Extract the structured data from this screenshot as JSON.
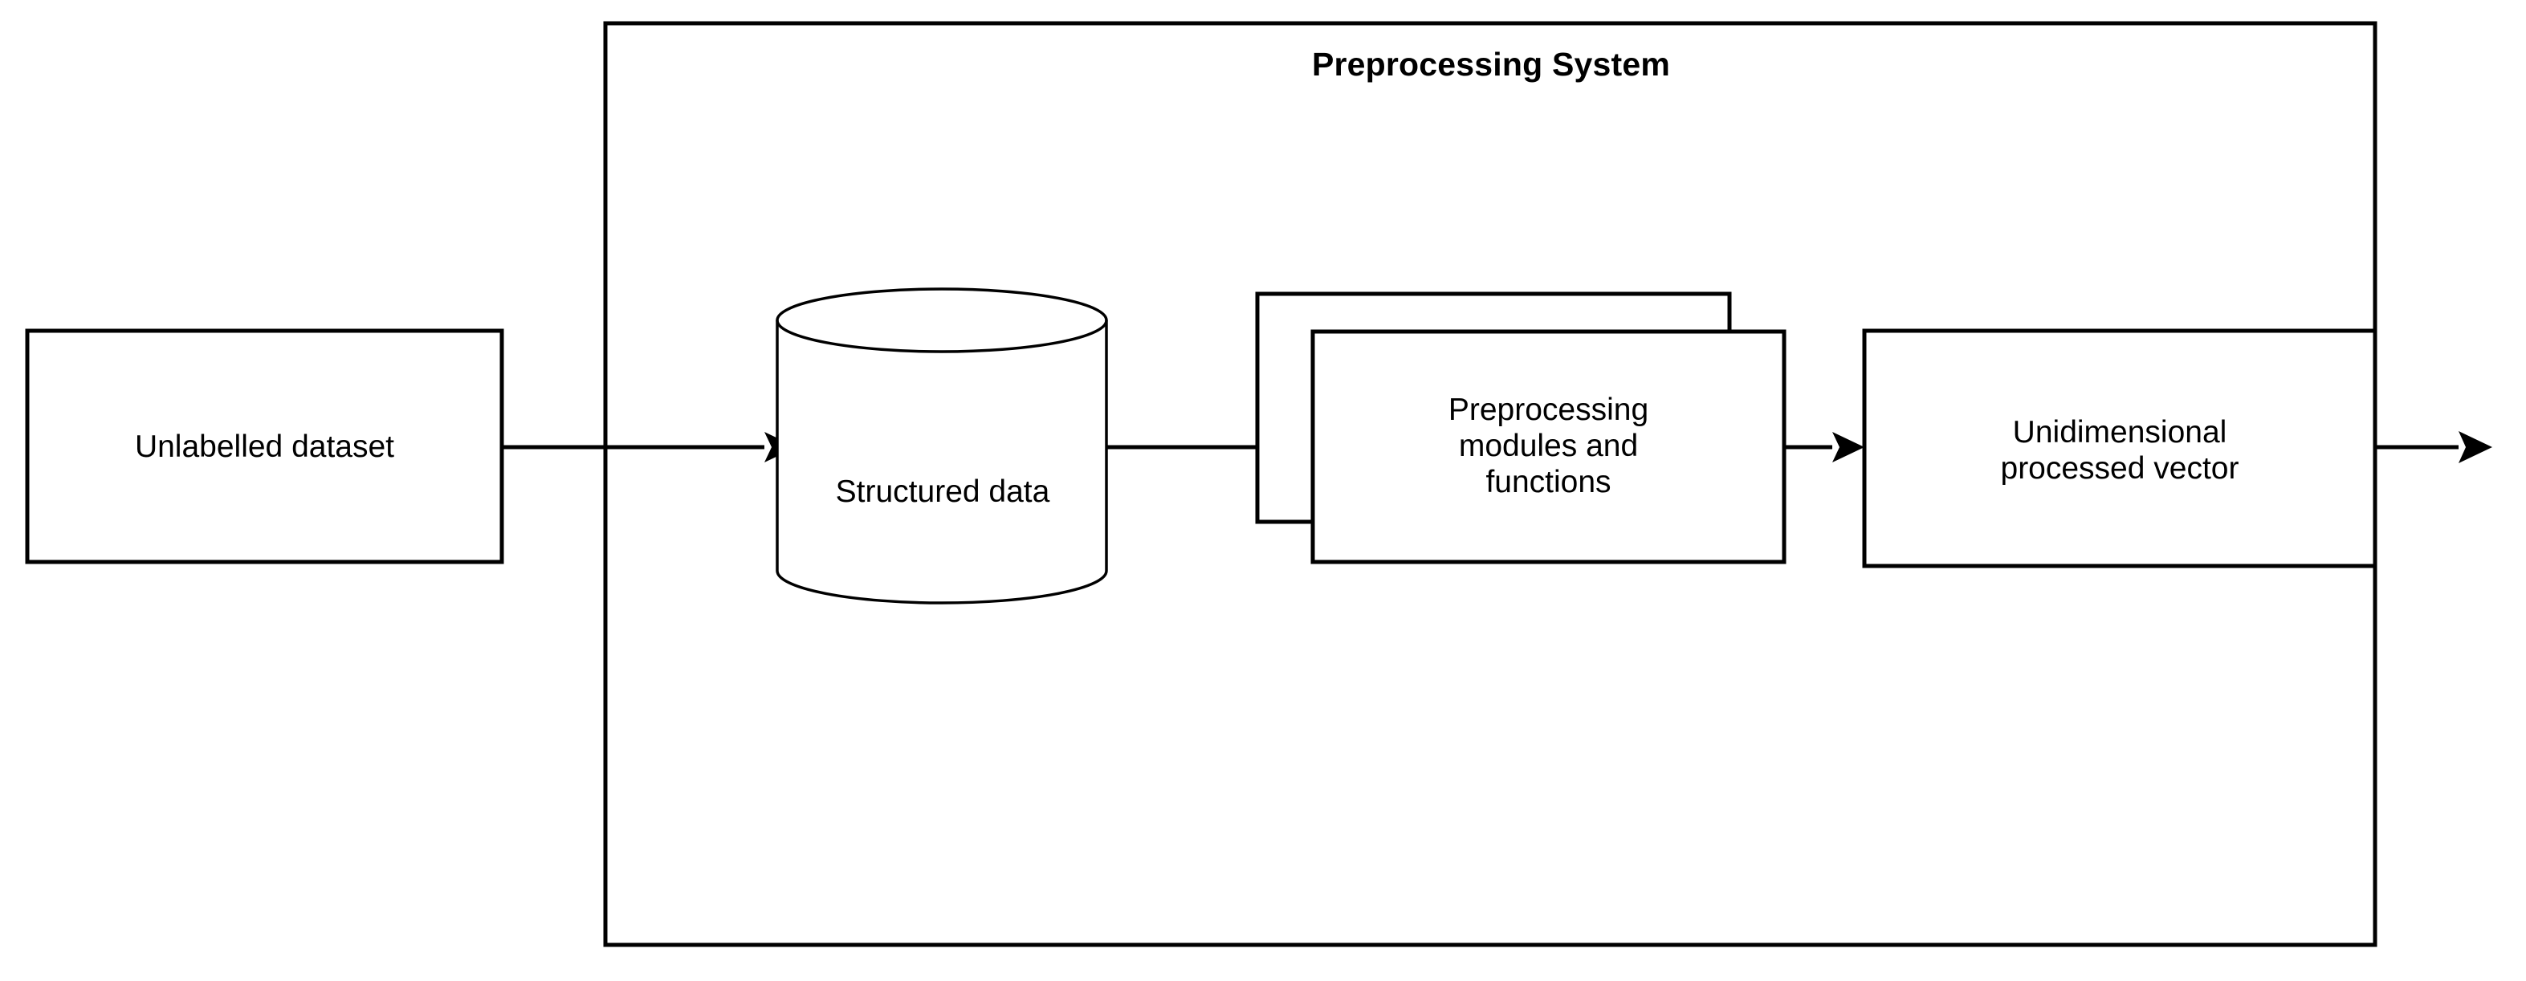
{
  "diagram": {
    "title": "Preprocessing System",
    "background_color": "#ffffff",
    "stroke_color": "#000000",
    "nodes": {
      "unlabelled_dataset": {
        "label": "Unlabelled dataset",
        "shape": "rectangle"
      },
      "structured_data": {
        "label": "Structured data",
        "shape": "cylinder"
      },
      "preprocessing_modules": {
        "label": "Preprocessing\nmodules and\nfunctions",
        "shape": "stacked-rectangle"
      },
      "unidimensional_vector": {
        "label": "Unidimensional\nprocessed vector",
        "shape": "rectangle"
      }
    },
    "connectors": [
      {
        "name": "arrow-unlabelled-to-structured",
        "from": "unlabelled_dataset",
        "to": "structured_data",
        "style": "solid-arrow"
      },
      {
        "name": "arrow-structured-to-modules",
        "from": "structured_data",
        "to": "preprocessing_modules",
        "style": "solid-arrow"
      },
      {
        "name": "arrow-modules-to-vector",
        "from": "preprocessing_modules",
        "to": "unidimensional_vector",
        "style": "solid-arrow"
      },
      {
        "name": "arrow-vector-to-output",
        "from": "unidimensional_vector",
        "to": "",
        "style": "solid-arrow"
      }
    ]
  }
}
